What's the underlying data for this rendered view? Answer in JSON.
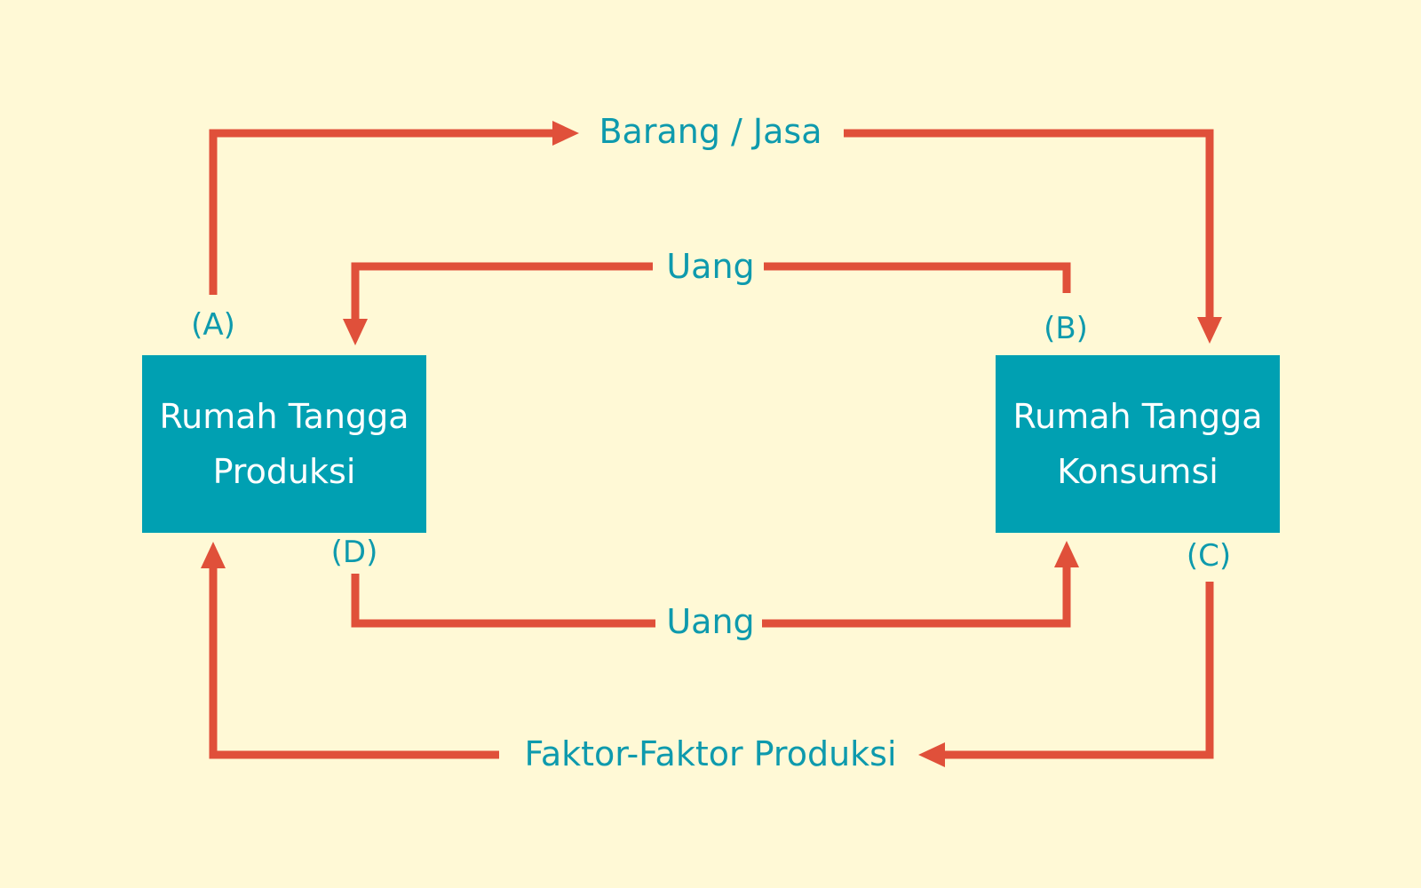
{
  "colors": {
    "background": "#fff9d6",
    "box": "#00a0b2",
    "arrow": "#e0503a",
    "label": "#0e9aad"
  },
  "boxes": {
    "producer": {
      "line1": "Rumah Tangga",
      "line2": "Produksi"
    },
    "consumer": {
      "line1": "Rumah Tangga",
      "line2": "Konsumsi"
    }
  },
  "flows": {
    "goods": "Barang / Jasa",
    "money_top": "Uang",
    "money_bottom": "Uang",
    "factors": "Faktor-Faktor Produksi"
  },
  "points": {
    "a": "(A)",
    "b": "(B)",
    "c": "(C)",
    "d": "(D)"
  }
}
